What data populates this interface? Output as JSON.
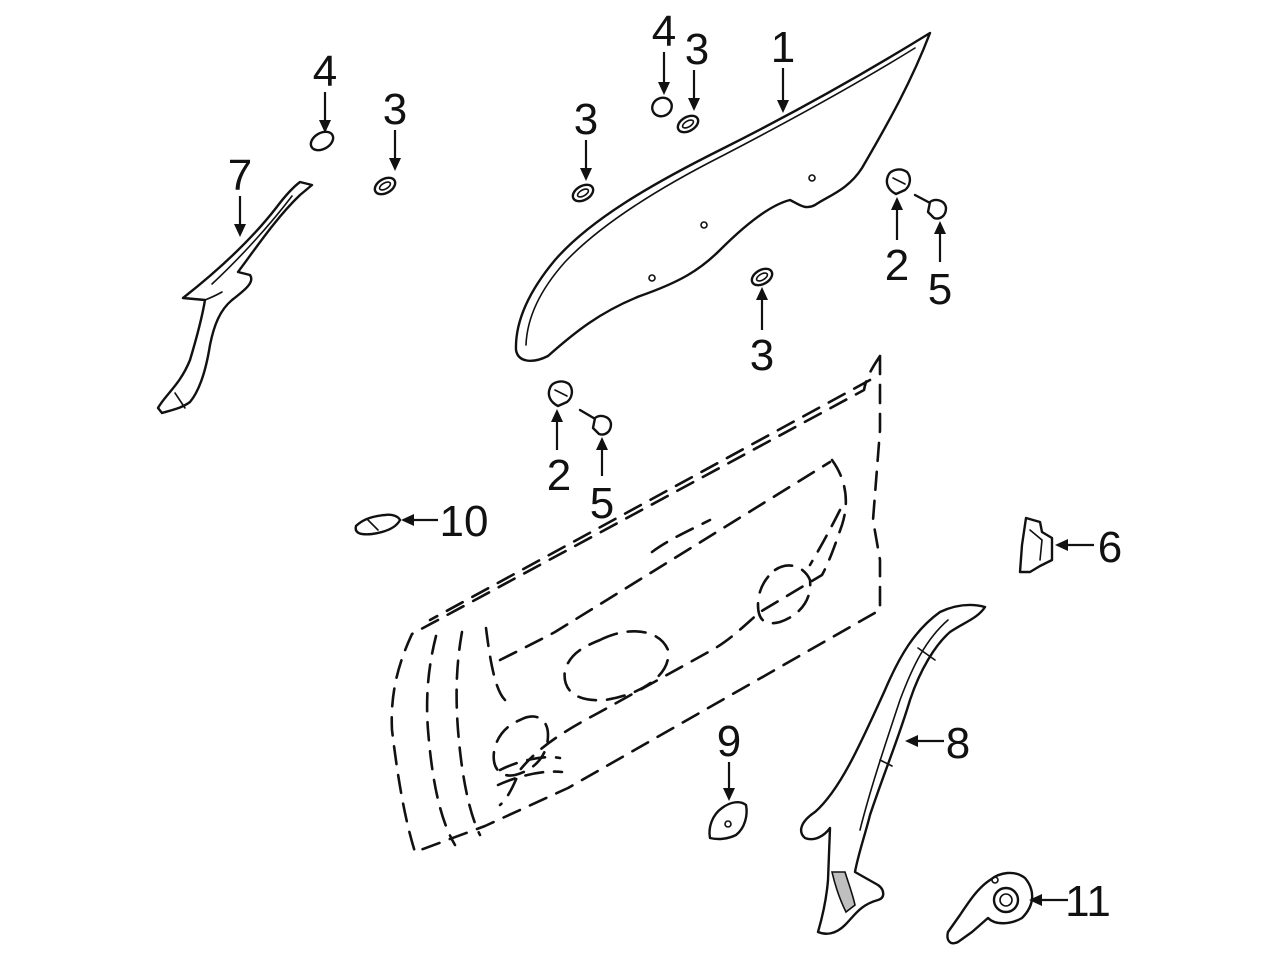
{
  "callouts": {
    "c1": "1",
    "c2a": "2",
    "c2b": "2",
    "c3a": "3",
    "c3b": "3",
    "c3c": "3",
    "c3d": "3",
    "c4a": "4",
    "c4b": "4",
    "c5a": "5",
    "c5b": "5",
    "c6": "6",
    "c7": "7",
    "c8": "8",
    "c9": "9",
    "c10": "10",
    "c11": "11"
  }
}
